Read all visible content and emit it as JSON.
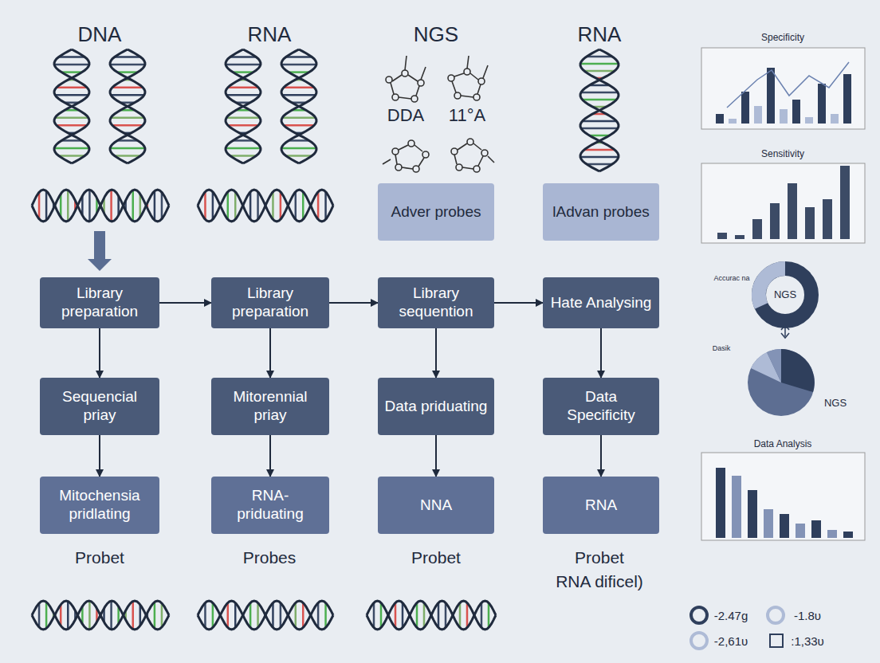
{
  "diagram": {
    "nodes": [
      {
        "text": [
          "Adver probes"
        ]
      },
      {
        "text": [
          "lAdvan probes"
        ]
      },
      {
        "text": [
          "Library preparation"
        ]
      },
      {
        "text": [
          "Library preparation"
        ]
      },
      {
        "text": [
          "Library sequention"
        ]
      },
      {
        "text": [
          "Hate Analysing"
        ]
      },
      {
        "text": [
          "Sequencial priay"
        ]
      },
      {
        "text": [
          "Mitorennial priay"
        ]
      },
      {
        "text": [
          "Data priduating"
        ]
      },
      {
        "text": [
          "Data Specificity"
        ]
      },
      {
        "text": [
          "Mitochensia pridlating"
        ]
      },
      {
        "text": [
          "RNA- priduating"
        ]
      },
      {
        "text": [
          "NNA"
        ]
      },
      {
        "text": [
          "RNA"
        ]
      }
    ],
    "edges": [
      {
        "from": 2,
        "to": 3,
        "arrow": "to"
      },
      {
        "from": 3,
        "to": 4,
        "arrow": "to"
      },
      {
        "from": 4,
        "to": 5,
        "arrow": "to"
      },
      {
        "from": 2,
        "to": 6,
        "arrow": "to"
      },
      {
        "from": 6,
        "to": 10,
        "arrow": "to"
      },
      {
        "from": 3,
        "to": 7,
        "arrow": "to"
      },
      {
        "from": 7,
        "to": 11,
        "arrow": "to"
      },
      {
        "from": 4,
        "to": 8,
        "arrow": "to"
      },
      {
        "from": 8,
        "to": 12,
        "arrow": "to"
      },
      {
        "from": 5,
        "to": 9,
        "arrow": "to"
      },
      {
        "from": 9,
        "to": 13,
        "arrow": "to"
      }
    ],
    "labels": [
      "DNA",
      "RNA",
      "NGS",
      "RNA",
      "DDA",
      "11°A",
      "Probet",
      "Probes",
      "Probet",
      "Probet",
      "RNA dificel)",
      "Specificity",
      "Sensitivity",
      "NGS",
      "NGS",
      "Data Analysis",
      "-2.47g",
      "-1.8υ",
      "-2,61υ",
      ":1,33υ",
      "Accurac na",
      "Dasik"
    ]
  }
}
